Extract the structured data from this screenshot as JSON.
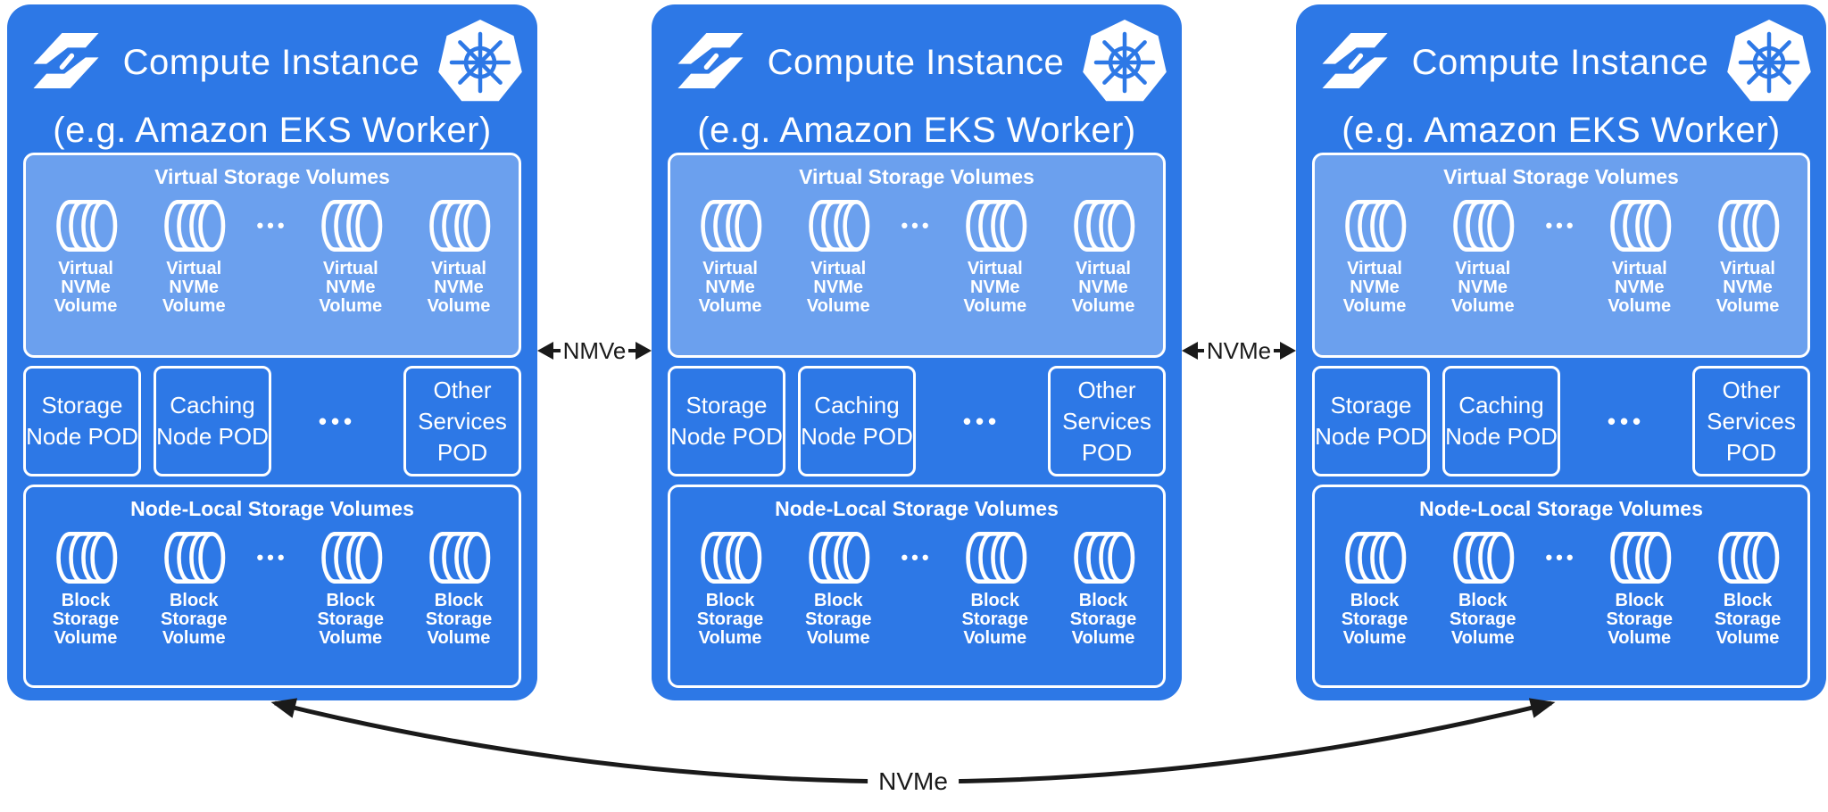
{
  "colors": {
    "node_blue": "#2d78e6",
    "virtual_panel_blue": "#6ba0ee",
    "border_white": "#ffffff",
    "connector_black": "#1a1a1a",
    "background": "#ffffff"
  },
  "nodes": [
    {
      "title": "Compute Instance",
      "subtitle": "(e.g. Amazon EKS Worker)",
      "virtual_panel": {
        "heading": "Virtual Storage Volumes",
        "ellipsis": "•••",
        "volumes": [
          {
            "label": "Virtual NVMe Volume"
          },
          {
            "label": "Virtual NVMe Volume"
          },
          {
            "label": "Virtual NVMe Volume"
          },
          {
            "label": "Virtual NVMe Volume"
          }
        ]
      },
      "pods": [
        {
          "label": "Storage Node POD"
        },
        {
          "label": "Caching Node POD"
        },
        {
          "label": "Other Services POD"
        }
      ],
      "pods_ellipsis": "•••",
      "node_local_panel": {
        "heading": "Node-Local Storage Volumes",
        "ellipsis": "•••",
        "volumes": [
          {
            "label": "Block Storage Volume"
          },
          {
            "label": "Block Storage Volume"
          },
          {
            "label": "Block Storage Volume"
          },
          {
            "label": "Block Storage Volume"
          }
        ]
      }
    },
    {
      "title": "Compute Instance",
      "subtitle": "(e.g. Amazon EKS Worker)",
      "virtual_panel": {
        "heading": "Virtual Storage Volumes",
        "ellipsis": "•••",
        "volumes": [
          {
            "label": "Virtual NVMe Volume"
          },
          {
            "label": "Virtual NVMe Volume"
          },
          {
            "label": "Virtual NVMe Volume"
          },
          {
            "label": "Virtual NVMe Volume"
          }
        ]
      },
      "pods": [
        {
          "label": "Storage Node POD"
        },
        {
          "label": "Caching Node POD"
        },
        {
          "label": "Other Services POD"
        }
      ],
      "pods_ellipsis": "•••",
      "node_local_panel": {
        "heading": "Node-Local Storage Volumes",
        "ellipsis": "•••",
        "volumes": [
          {
            "label": "Block Storage Volume"
          },
          {
            "label": "Block Storage Volume"
          },
          {
            "label": "Block Storage Volume"
          },
          {
            "label": "Block Storage Volume"
          }
        ]
      }
    },
    {
      "title": "Compute Instance",
      "subtitle": "(e.g. Amazon EKS Worker)",
      "virtual_panel": {
        "heading": "Virtual Storage Volumes",
        "ellipsis": "•••",
        "volumes": [
          {
            "label": "Virtual NVMe Volume"
          },
          {
            "label": "Virtual NVMe Volume"
          },
          {
            "label": "Virtual NVMe Volume"
          },
          {
            "label": "Virtual NVMe Volume"
          }
        ]
      },
      "pods": [
        {
          "label": "Storage Node POD"
        },
        {
          "label": "Caching Node POD"
        },
        {
          "label": "Other Services POD"
        }
      ],
      "pods_ellipsis": "•••",
      "node_local_panel": {
        "heading": "Node-Local Storage Volumes",
        "ellipsis": "•••",
        "volumes": [
          {
            "label": "Block Storage Volume"
          },
          {
            "label": "Block Storage Volume"
          },
          {
            "label": "Block Storage Volume"
          },
          {
            "label": "Block Storage Volume"
          }
        ]
      }
    }
  ],
  "connections": {
    "left": {
      "label": "NMVe"
    },
    "right": {
      "label": "NVMe"
    },
    "bottom": {
      "label": "NVMe"
    }
  }
}
